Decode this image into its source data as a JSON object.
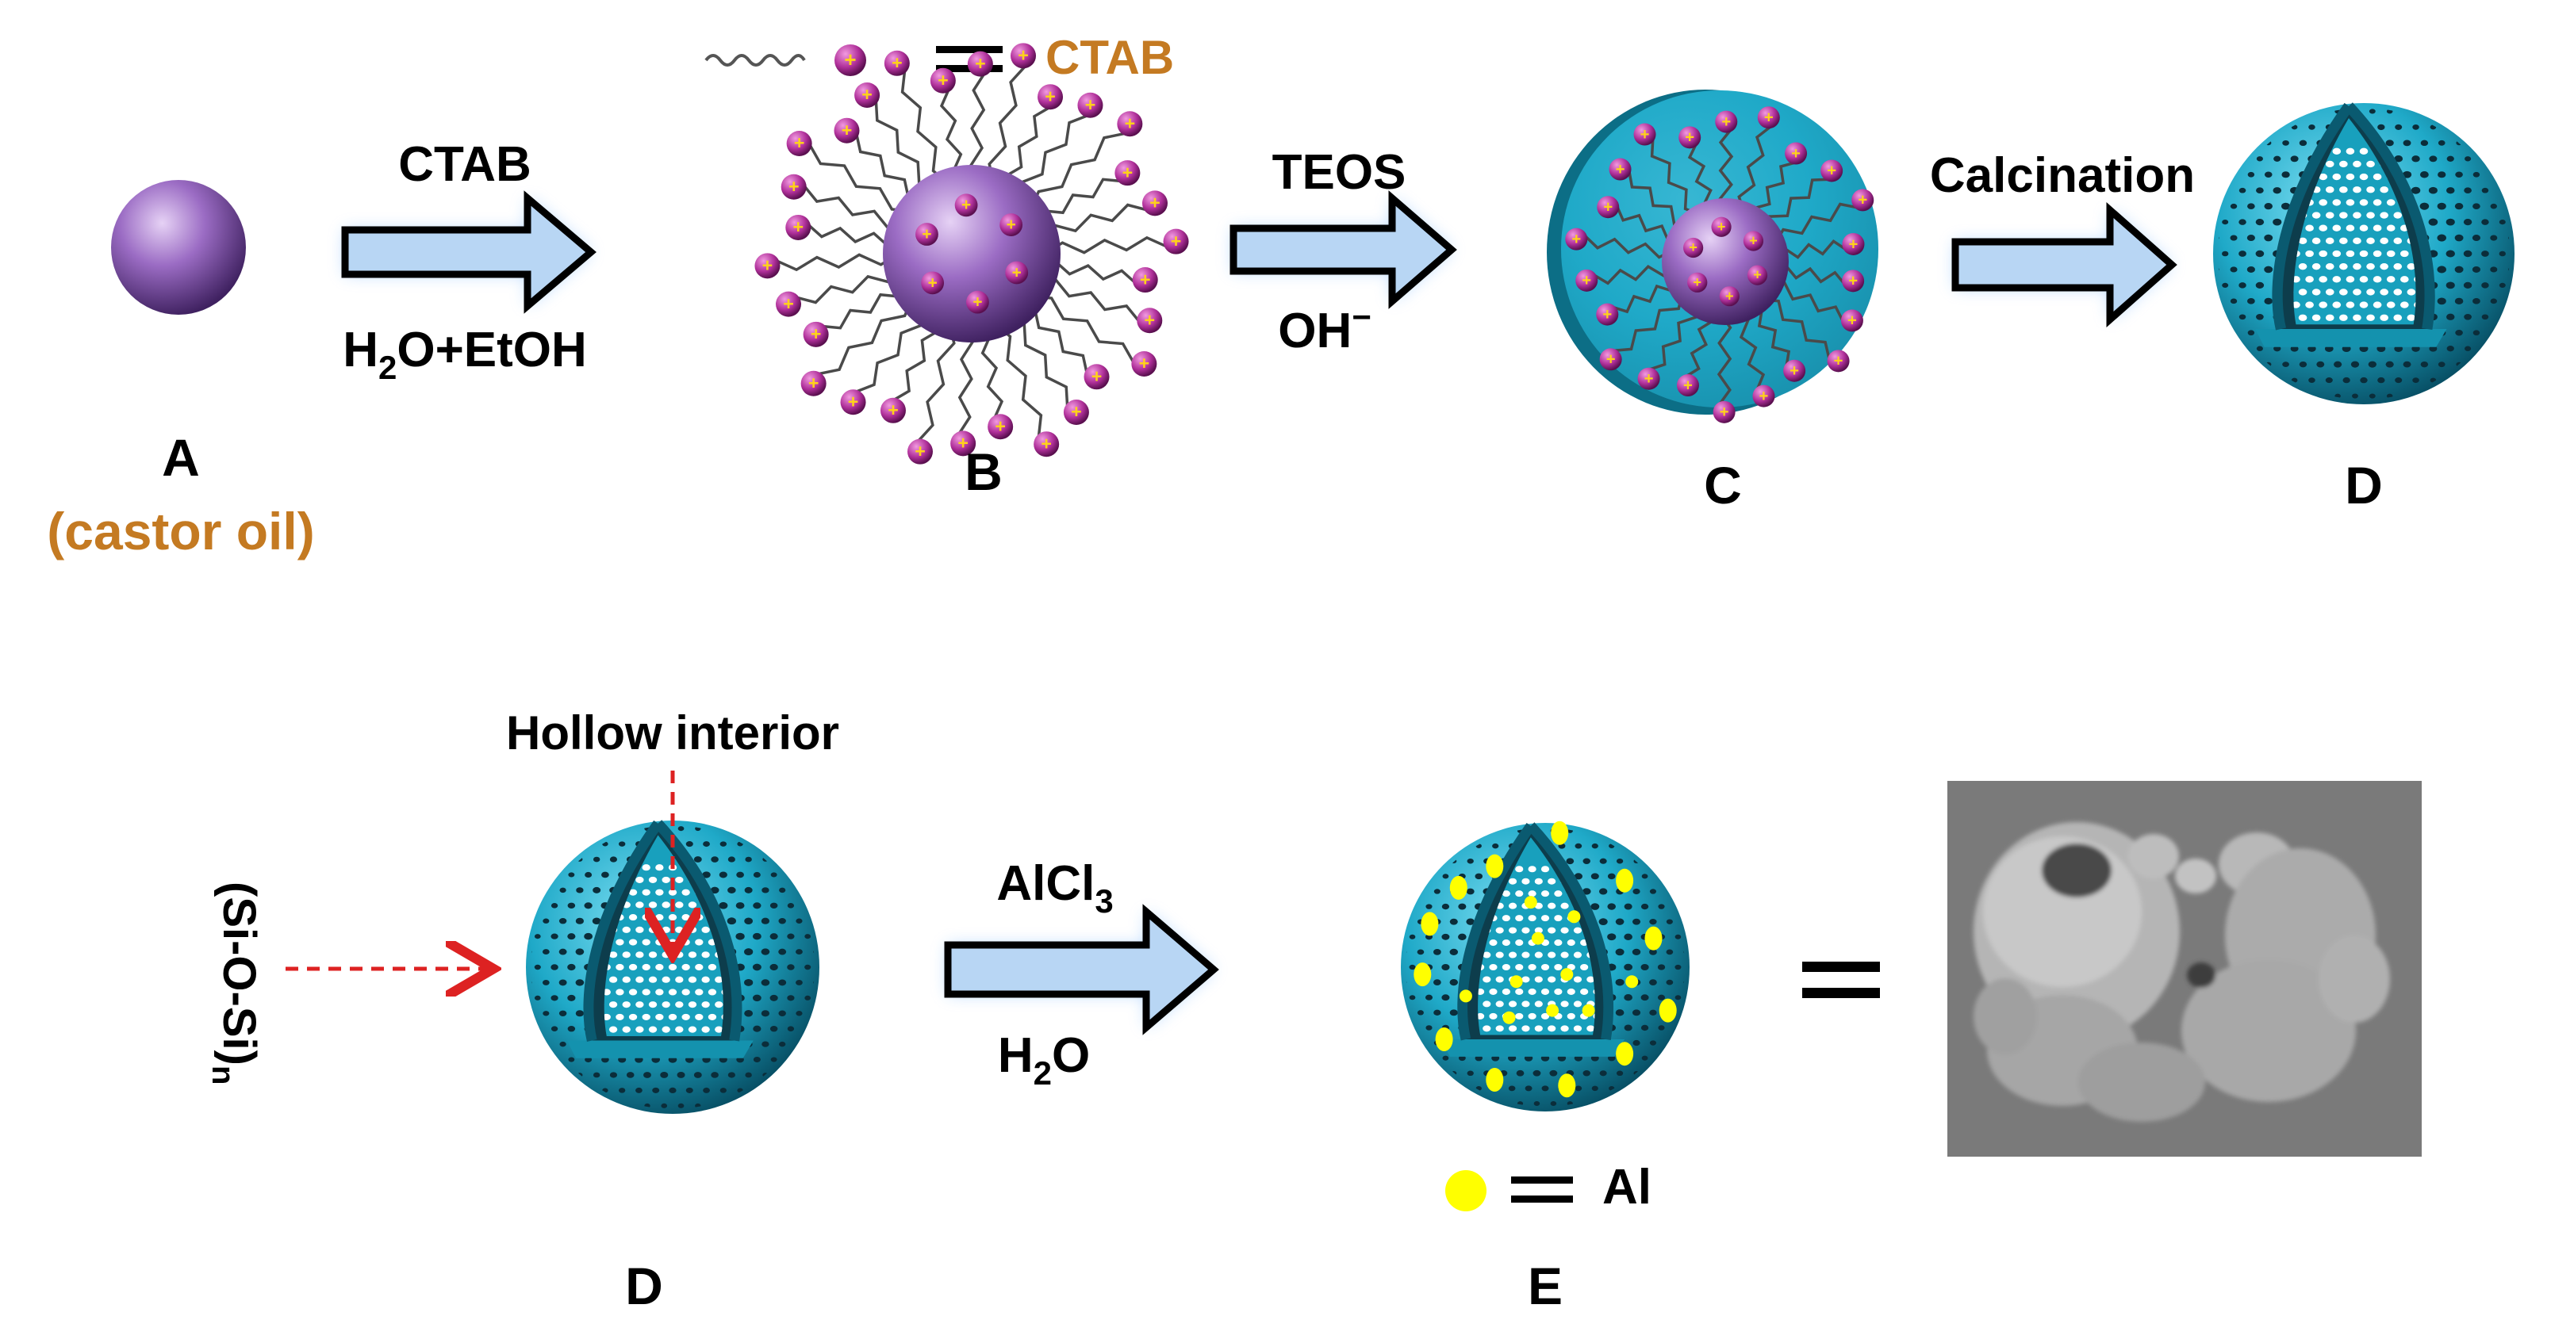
{
  "legend_ctab": {
    "label": "CTAB"
  },
  "step1": {
    "reagent": "CTAB",
    "solvent_parts": {
      "a": "H",
      "a_sub": "2",
      "b": "O+EtOH"
    }
  },
  "step2": {
    "reagent": "TEOS",
    "condition": {
      "base": "OH",
      "sup": "−"
    }
  },
  "step3": {
    "process": "Calcination"
  },
  "step4": {
    "reagent": {
      "base": "AlCl",
      "sub": "3"
    },
    "solvent": {
      "a": "H",
      "a_sub": "2",
      "b": "O"
    }
  },
  "stages": {
    "A": {
      "letter": "A",
      "caption": "(castor oil)"
    },
    "B": {
      "letter": "B"
    },
    "C": {
      "letter": "C"
    },
    "D": {
      "letter": "D"
    },
    "D2": {
      "letter": "D"
    },
    "E": {
      "letter": "E"
    }
  },
  "annotations": {
    "hollow_interior": "Hollow interior",
    "framework": {
      "base": "(Si-O-Si)",
      "sub": "n"
    }
  },
  "legend_al": {
    "label": "Al"
  },
  "colors": {
    "oil_purple": "#9b6cc4",
    "silica_cyan": "#1fa9c8",
    "arrow_fill": "#b8d6f4",
    "label_orange": "#c47a22",
    "aluminium_yellow": "#ffff00",
    "pointer_red": "#dd2222",
    "headgroup_magenta": "#b0309a",
    "plus_yellow": "#ffd21a"
  },
  "image_panel": {
    "kind": "SEM micrograph of agglomerated hollow spheres"
  }
}
